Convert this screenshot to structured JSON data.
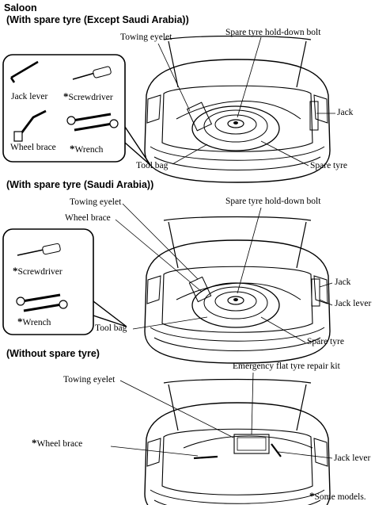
{
  "headings": {
    "saloon": "Saloon",
    "section1": "(With spare tyre (Except Saudi Arabia))",
    "section2": "(With spare tyre (Saudi Arabia))",
    "section3": "(Without spare tyre)"
  },
  "asterisk": "*",
  "section1": {
    "towing_eyelet": "Towing eyelet",
    "hold_down_bolt": "Spare tyre hold-down bolt",
    "jack": "Jack",
    "tool_bag": "Tool bag",
    "spare_tyre": "Spare tyre",
    "inset": {
      "jack_lever": "Jack lever",
      "screwdriver": "Screwdriver",
      "wheel_brace": "Wheel brace",
      "wrench": "Wrench"
    }
  },
  "section2": {
    "towing_eyelet": "Towing eyelet",
    "wheel_brace": "Wheel brace",
    "hold_down_bolt": "Spare tyre hold-down bolt",
    "jack": "Jack",
    "jack_lever": "Jack lever",
    "tool_bag": "Tool bag",
    "spare_tyre": "Spare tyre",
    "inset": {
      "screwdriver": "Screwdriver",
      "wrench": "Wrench"
    }
  },
  "section3": {
    "towing_eyelet": "Towing eyelet",
    "repair_kit": "Emergency flat tyre repair kit",
    "wheel_brace": "Wheel brace",
    "jack_lever": "Jack lever"
  },
  "footnote": "Some models."
}
